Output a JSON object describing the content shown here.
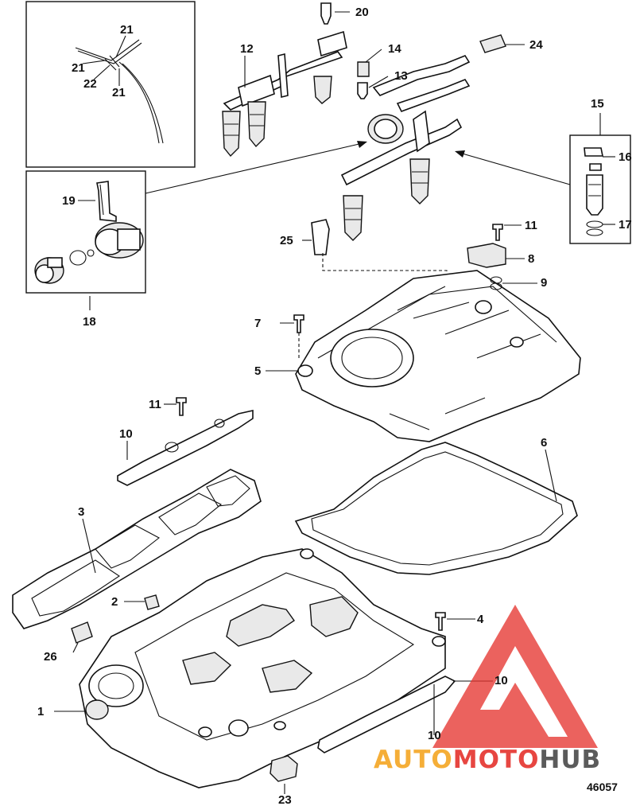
{
  "diagram": {
    "figure_number": "46057",
    "callouts": {
      "c1": "1",
      "c2": "2",
      "c3": "3",
      "c4": "4",
      "c5": "5",
      "c6": "6",
      "c7": "7",
      "c8": "8",
      "c9": "9",
      "c10a": "10",
      "c10b": "10",
      "c10c": "10",
      "c11a": "11",
      "c11b": "11",
      "c12": "12",
      "c13": "13",
      "c14": "14",
      "c15": "15",
      "c16": "16",
      "c17": "17",
      "c18": "18",
      "c19": "19",
      "c20": "20",
      "c21a": "21",
      "c21b": "21",
      "c21c": "21",
      "c22": "22",
      "c23": "23",
      "c24": "24",
      "c25": "25",
      "c26": "26"
    }
  },
  "watermark": {
    "word_part1": "AUTO",
    "word_part2": "MOTO",
    "word_part3": "HUB",
    "colors": {
      "red": "#e5322d",
      "orange": "#f5a623",
      "gray": "#4a4a4a"
    }
  }
}
